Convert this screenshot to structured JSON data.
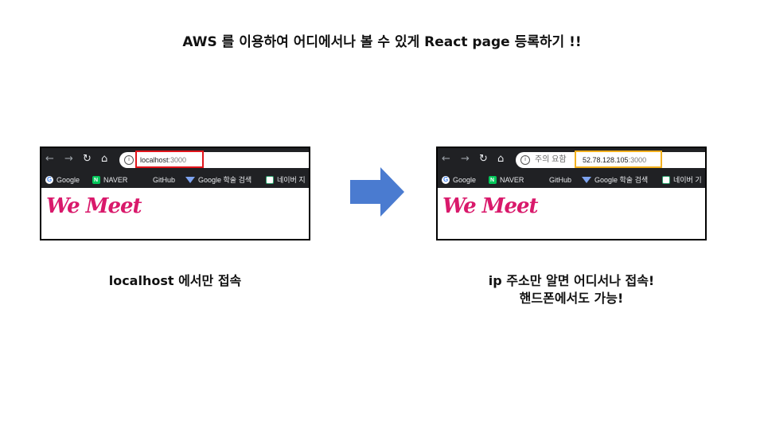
{
  "title": "AWS 를 이용하여 어디에서나 볼 수 있게 React page 등록하기 !!",
  "left_browser": {
    "url_host": "localhost",
    "url_port": ":3000",
    "logo": "We Meet"
  },
  "right_browser": {
    "warning": "주의 요함",
    "url_host": "52.78.128.105",
    "url_port": ":3000",
    "logo": "We Meet"
  },
  "bookmarks": {
    "google": "Google",
    "naver": "NAVER",
    "github": "GitHub",
    "scholar": "Google 학술 검색",
    "naver_map": "네이버 지",
    "naver_map_right": "네이버 기"
  },
  "captions": {
    "left": "localhost 에서만 접속",
    "right_line1": "ip 주소만 알면 어디서나 접속!",
    "right_line2": "핸드폰에서도 가능!"
  },
  "colors": {
    "highlight_local": "#e1141b",
    "highlight_ip": "#f2b01e",
    "arrow": "#4a7bd0",
    "logo": "#d9196b"
  },
  "icons": [
    "back-arrow-icon",
    "forward-arrow-icon",
    "reload-icon",
    "home-icon",
    "info-icon",
    "google-icon",
    "naver-icon",
    "scholar-icon",
    "map-icon",
    "right-arrow-icon"
  ]
}
